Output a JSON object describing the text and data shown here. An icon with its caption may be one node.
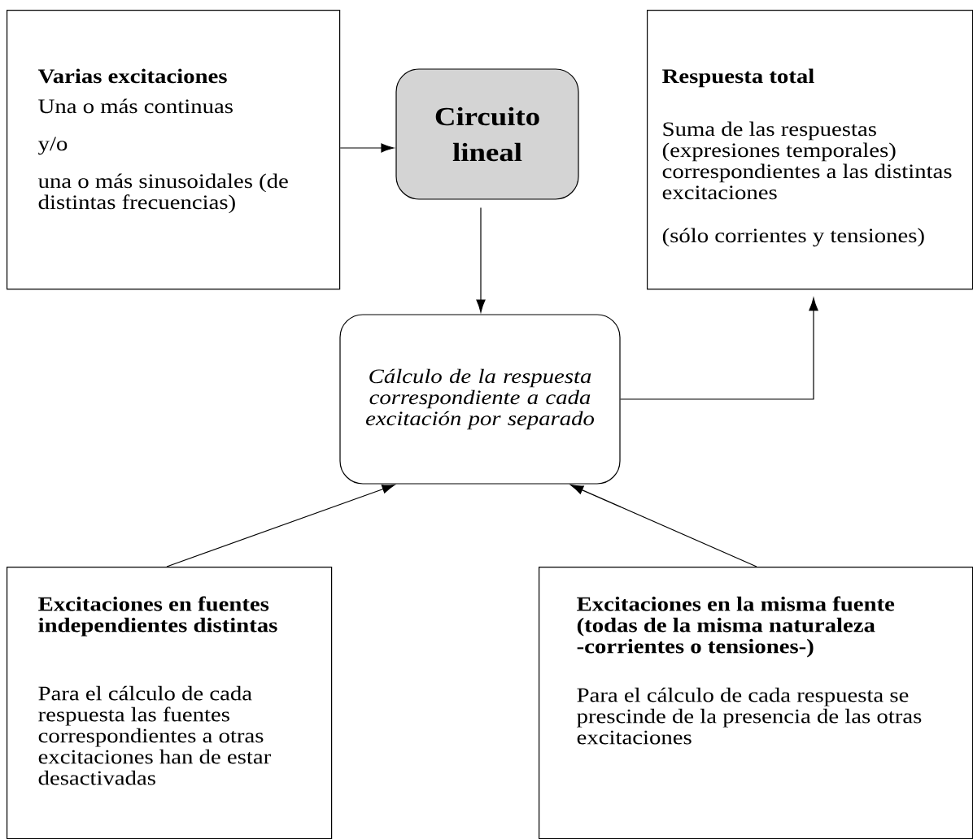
{
  "diagram": {
    "nodes": [
      {
        "text": [
          "Varias excitaciones",
          "Una o más continuas",
          "y/o",
          "una o más sinusoidales (de distintas frecuencias)"
        ]
      },
      {
        "text": [
          "Circuito lineal"
        ]
      },
      {
        "text": [
          "Respuesta total",
          "Suma de las respuestas (expresiones temporales) correspondientes a las distintas excitaciones",
          "(sólo corrientes y tensiones)"
        ]
      },
      {
        "text": [
          "Cálculo de la respuesta correspondiente a cada excitación por separado"
        ]
      },
      {
        "text": [
          "Excitaciones en fuentes independientes distintas",
          "Para el cálculo de cada respuesta las fuentes correspondientes a otras excitaciones han de estar desactivadas"
        ]
      },
      {
        "text": [
          "Excitaciones en la misma fuente (todas de la misma naturaleza -corrientes o tensiones-)",
          "Para el cálculo de cada respuesta se prescinde de la presencia de las otras excitaciones"
        ]
      }
    ],
    "edges": [
      {
        "from": 0,
        "to": 1,
        "arrow": "to"
      },
      {
        "from": 1,
        "to": 3,
        "arrow": "to"
      },
      {
        "from": 3,
        "to": 2,
        "arrow": "to"
      },
      {
        "from": 4,
        "to": 3,
        "arrow": "to"
      },
      {
        "from": 5,
        "to": 3,
        "arrow": "to"
      }
    ]
  }
}
